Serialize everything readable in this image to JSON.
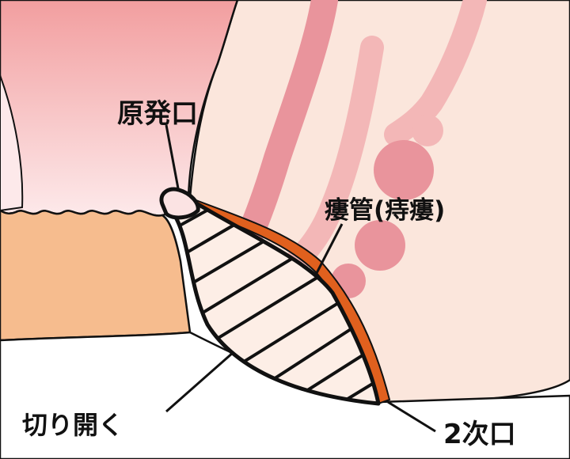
{
  "labels": {
    "primary_opening": "原発口",
    "fistula_tract": "瘻管(痔瘻)",
    "cut_open": "切り開く",
    "secondary_opening": "2次口"
  },
  "colors": {
    "background": "#ffffff",
    "rectal_mucosa": "#f4a6a4",
    "mucosa_light": "#fbe3e3",
    "anal_canal": "#f6bc8e",
    "tissue": "#fbe6dc",
    "vessel": "#e9949c",
    "vessel_light": "#f3b7b7",
    "fistula": "#e0601e",
    "outline": "#111111",
    "hatch_fill": "#fdeee6"
  }
}
